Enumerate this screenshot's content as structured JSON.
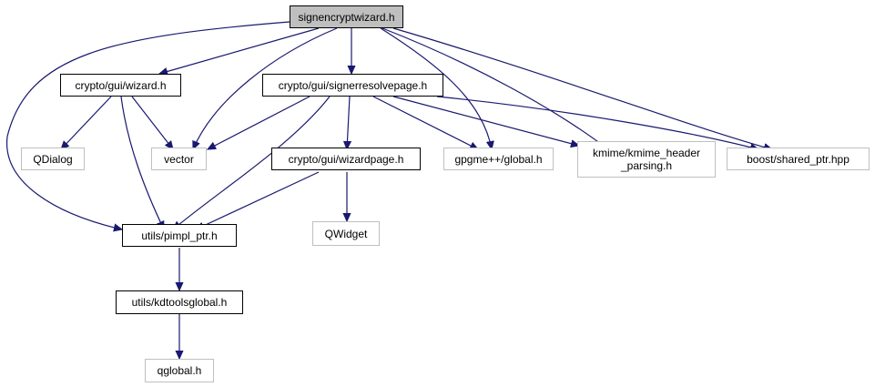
{
  "colors": {
    "edge": "#191970",
    "root_fill": "#bfbfbf",
    "internal_border": "#000000",
    "external_border": "#bfbfbf"
  },
  "nodes": {
    "root": "signencryptwizard.h",
    "wizard": "crypto/gui/wizard.h",
    "signerresolvepage": "crypto/gui/signerresolvepage.h",
    "qdialog": "QDialog",
    "vector": "vector",
    "gpgme": "gpgme++/global.h",
    "kmime": "kmime/kmime_header\n_parsing.h",
    "shared_ptr": "boost/shared_ptr.hpp",
    "wizardpage": "crypto/gui/wizardpage.h",
    "pimpl_ptr": "utils/pimpl_ptr.h",
    "qwidget": "QWidget",
    "kdtoolsglobal": "utils/kdtoolsglobal.h",
    "qglobal": "qglobal.h"
  }
}
